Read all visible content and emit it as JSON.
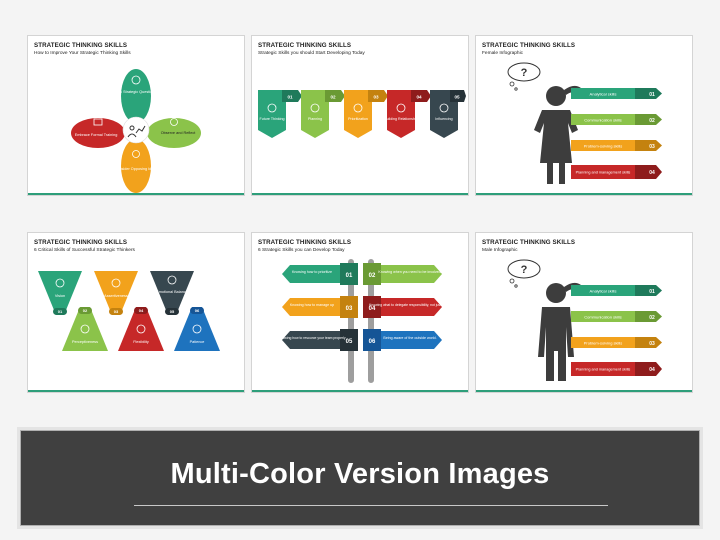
{
  "slides": [
    {
      "title": "STRATEGIC THINKING SKILLS",
      "subtitle": "How to Improve Your Strategic Thinking Skills",
      "items": [
        "Ask Strategic Questions",
        "Observe and Reflect",
        "Consider Opposing Ideas",
        "Embrace Formal Training"
      ],
      "colors": [
        "#2aa47a",
        "#8bc34a",
        "#f2a21c",
        "#c62828"
      ]
    },
    {
      "title": "STRATEGIC THINKING SKILLS",
      "subtitle": "Strategic Skills you should Start Developing Today",
      "items": [
        {
          "num": "01",
          "label": "Future Thinking"
        },
        {
          "num": "02",
          "label": "Planning"
        },
        {
          "num": "03",
          "label": "Prioritization"
        },
        {
          "num": "04",
          "label": "Building Relationship"
        },
        {
          "num": "05",
          "label": "Influencing"
        }
      ],
      "colors": [
        "#2aa47a",
        "#8bc34a",
        "#f2a21c",
        "#c62828",
        "#37474f"
      ]
    },
    {
      "title": "STRATEGIC THINKING SKILLS",
      "subtitle": "Female Infographic",
      "items": [
        {
          "label": "Analytical skills",
          "num": "01"
        },
        {
          "label": "Communication skills",
          "num": "02"
        },
        {
          "label": "Problem-solving skills",
          "num": "03"
        },
        {
          "label": "Planning and management skills",
          "num": "04"
        }
      ],
      "colors": [
        "#2aa47a",
        "#8bc34a",
        "#f2a21c",
        "#c62828"
      ]
    },
    {
      "title": "STRATEGIC THINKING SKILLS",
      "subtitle": "6 Critical Skills of Successful Strategic Thinkers",
      "items": [
        {
          "num": "01",
          "label": "Vision"
        },
        {
          "num": "02",
          "label": "Perceptiveness"
        },
        {
          "num": "03",
          "label": "Assertiveness"
        },
        {
          "num": "04",
          "label": "Flexibility"
        },
        {
          "num": "05",
          "label": "Emotional Balance"
        },
        {
          "num": "06",
          "label": "Patience"
        }
      ],
      "colors": [
        "#2aa47a",
        "#8bc34a",
        "#f2a21c",
        "#c62828",
        "#37474f",
        "#1e73be"
      ]
    },
    {
      "title": "STRATEGIC THINKING SKILLS",
      "subtitle": "6 Strategic Skills you can Develop Today",
      "items": [
        {
          "num": "01",
          "label": "Knowing how to prioritize"
        },
        {
          "num": "02",
          "label": "Knowing when you need to be involved."
        },
        {
          "num": "03",
          "label": "Knowing how to manage up"
        },
        {
          "num": "04",
          "label": "Knowing what to delegate responsibility, not just tasks."
        },
        {
          "num": "05",
          "label": "Knowing how to resource your team properly"
        },
        {
          "num": "06",
          "label": "Being aware of the outside world."
        }
      ],
      "colors": [
        "#2aa47a",
        "#8bc34a",
        "#f2a21c",
        "#c62828",
        "#37474f",
        "#1e73be"
      ]
    },
    {
      "title": "STRATEGIC THINKING SKILLS",
      "subtitle": "Male Infographic",
      "items": [
        {
          "label": "Analytical skills",
          "num": "01"
        },
        {
          "label": "Communication skills",
          "num": "02"
        },
        {
          "label": "Problem-solving skills",
          "num": "03"
        },
        {
          "label": "Planning and management skills",
          "num": "04"
        }
      ],
      "colors": [
        "#2aa47a",
        "#8bc34a",
        "#f2a21c",
        "#c62828"
      ]
    }
  ],
  "banner": {
    "text": "Multi-Color Version Images"
  }
}
